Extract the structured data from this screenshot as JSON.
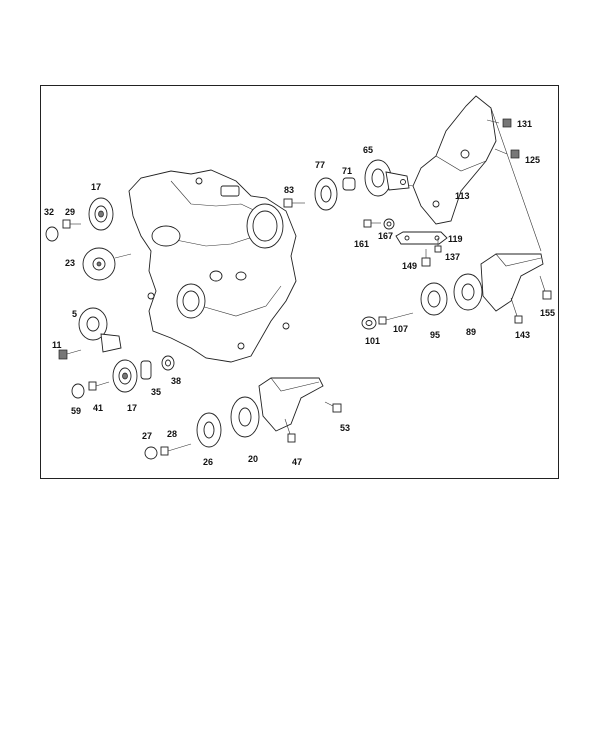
{
  "diagram": {
    "labels": [
      {
        "id": "p131",
        "text": "131"
      },
      {
        "id": "p125",
        "text": "125"
      },
      {
        "id": "p77",
        "text": "77"
      },
      {
        "id": "p65",
        "text": "65"
      },
      {
        "id": "p71",
        "text": "71"
      },
      {
        "id": "p113",
        "text": "113"
      },
      {
        "id": "p17a",
        "text": "17"
      },
      {
        "id": "p83",
        "text": "83"
      },
      {
        "id": "p32",
        "text": "32"
      },
      {
        "id": "p29",
        "text": "29"
      },
      {
        "id": "p161",
        "text": "161"
      },
      {
        "id": "p167",
        "text": "167"
      },
      {
        "id": "p119",
        "text": "119"
      },
      {
        "id": "p23",
        "text": "23"
      },
      {
        "id": "p149",
        "text": "149"
      },
      {
        "id": "p137",
        "text": "137"
      },
      {
        "id": "p155",
        "text": "155"
      },
      {
        "id": "p5",
        "text": "5"
      },
      {
        "id": "p107",
        "text": "107"
      },
      {
        "id": "p101",
        "text": "101"
      },
      {
        "id": "p95",
        "text": "95"
      },
      {
        "id": "p89",
        "text": "89"
      },
      {
        "id": "p143",
        "text": "143"
      },
      {
        "id": "p11",
        "text": "11"
      },
      {
        "id": "p38",
        "text": "38"
      },
      {
        "id": "p35",
        "text": "35"
      },
      {
        "id": "p59",
        "text": "59"
      },
      {
        "id": "p41",
        "text": "41"
      },
      {
        "id": "p17b",
        "text": "17"
      },
      {
        "id": "p53",
        "text": "53"
      },
      {
        "id": "p27",
        "text": "27"
      },
      {
        "id": "p28",
        "text": "28"
      },
      {
        "id": "p26",
        "text": "26"
      },
      {
        "id": "p20",
        "text": "20"
      },
      {
        "id": "p47",
        "text": "47"
      }
    ]
  }
}
